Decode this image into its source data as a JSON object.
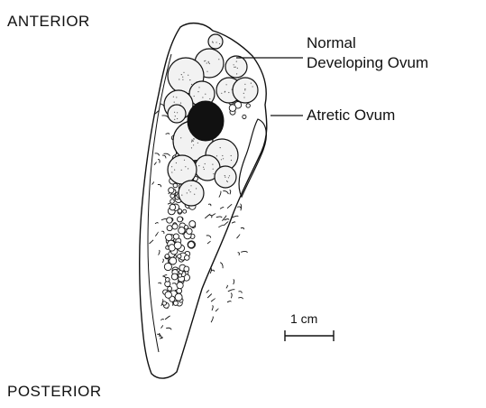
{
  "labels": {
    "anterior": "ANTERIOR",
    "posterior": "POSTERIOR",
    "normal_line1": "Normal",
    "normal_line2": "Developing Ovum",
    "atretic": "Atretic Ovum",
    "scale": "1 cm"
  },
  "colors": {
    "ink": "#111111",
    "background": "#ffffff",
    "ovum_fill": "#f2f2f2"
  }
}
